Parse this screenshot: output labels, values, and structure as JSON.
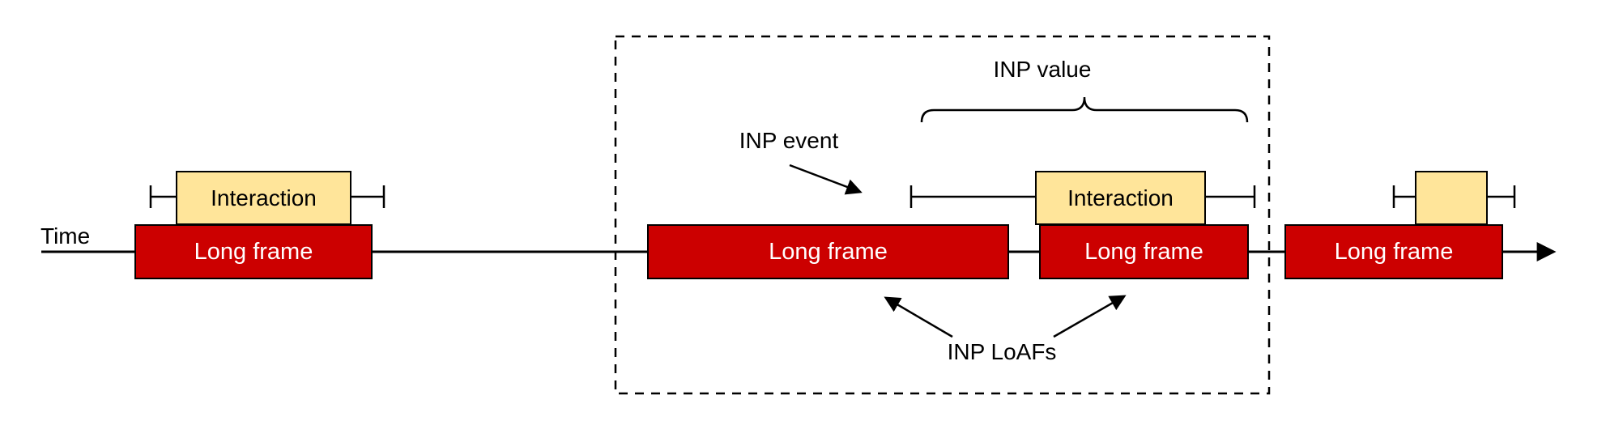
{
  "diagram": {
    "time_label": "Time",
    "long_frames": [
      {
        "label": "Long frame"
      },
      {
        "label": "Long frame"
      },
      {
        "label": "Long frame"
      },
      {
        "label": "Long frame"
      }
    ],
    "interactions": [
      {
        "label": "Interaction"
      },
      {
        "label": "Interaction"
      },
      {
        "label": ""
      }
    ],
    "annotations": {
      "inp_event_label": "INP event",
      "inp_value_label": "INP value",
      "inp_loafs_label": "INP LoAFs"
    },
    "colors": {
      "long_frame_fill": "#cc0000",
      "long_frame_text": "#ffffff",
      "interaction_fill": "#ffe59a",
      "outline": "#000000",
      "background": "#ffffff"
    }
  }
}
